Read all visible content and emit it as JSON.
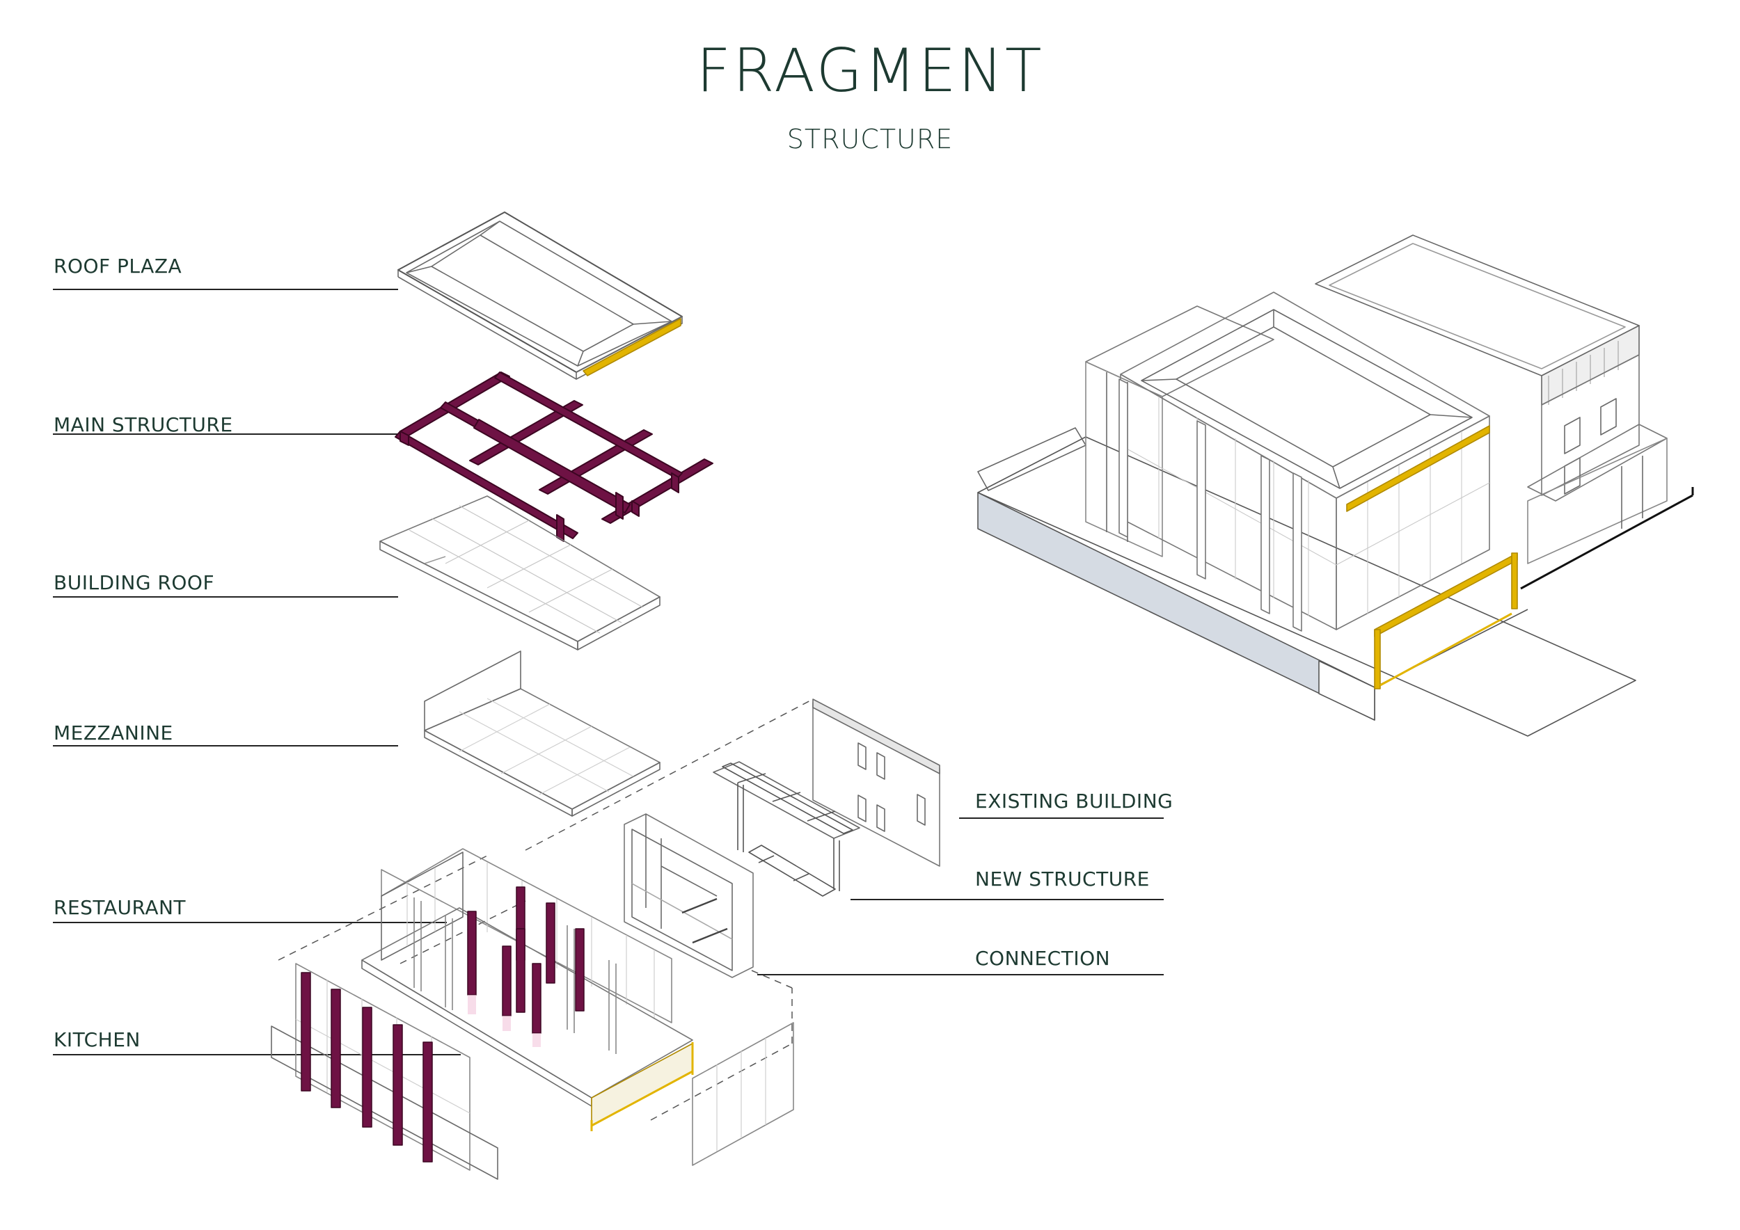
{
  "title": "FRAGMENT",
  "subtitle": "STRUCTURE",
  "labels": {
    "roof_plaza": "ROOF PLAZA",
    "main_structure": "MAIN STRUCTURE",
    "building_roof": "BUILDING ROOF",
    "mezzanine": "MEZZANINE",
    "restaurant": "RESTAURANT",
    "kitchen": "KITCHEN",
    "existing_building": "EXISTING BUILDING",
    "new_structure": "NEW STRUCTURE",
    "connection": "CONNECTION"
  },
  "colors": {
    "text": "#1d3a31",
    "structure": "#6e1244",
    "highlight": "#e2b400",
    "line": "#6a6a6a",
    "base": "#d5dbe3"
  }
}
